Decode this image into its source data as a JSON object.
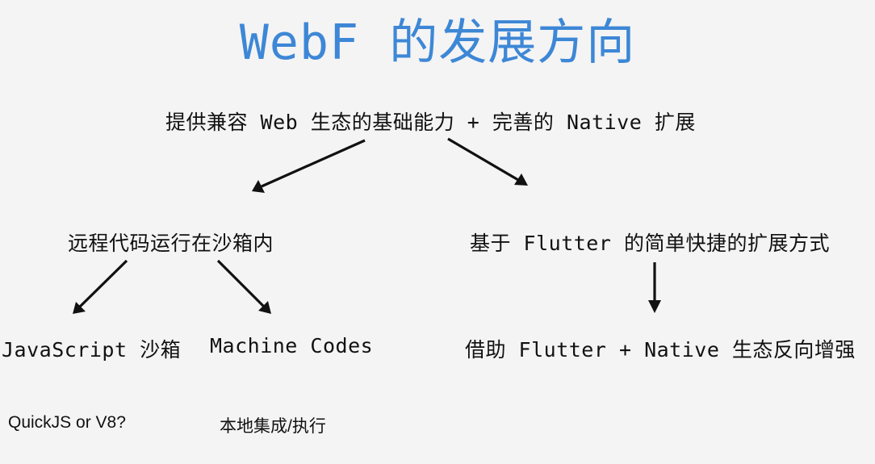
{
  "title": "WebF 的发展方向",
  "colors": {
    "title": "#3d87d6",
    "text": "#111111",
    "background": "#f4f4f4"
  },
  "nodes": {
    "root": "提供兼容 Web 生态的基础能力 + 完善的 Native 扩展",
    "left_branch": "远程代码运行在沙箱内",
    "right_branch": "基于 Flutter 的简单快捷的扩展方式",
    "js_sandbox": "JavaScript 沙箱",
    "machine_codes": "Machine Codes",
    "right_leaf": "借助 Flutter + Native 生态反向增强",
    "js_engine": "QuickJS or V8?",
    "native_exec": "本地集成/执行"
  }
}
